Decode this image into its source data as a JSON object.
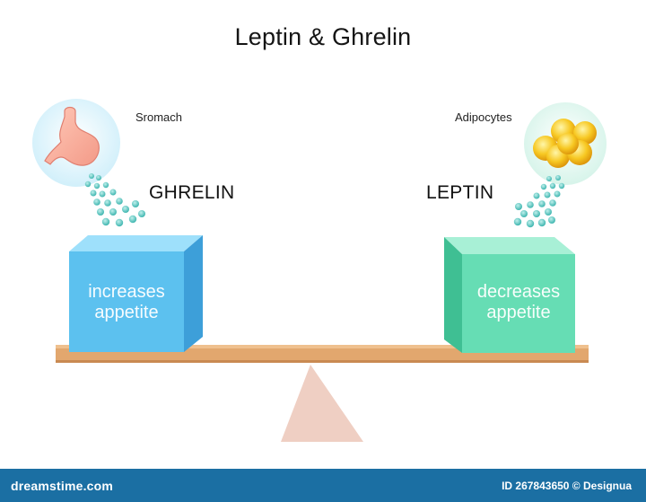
{
  "diagram": {
    "title": "Leptin & Ghrelin",
    "left": {
      "source_label": "Sromach",
      "hormone": "GHRELIN",
      "effect_line1": "increases",
      "effect_line2": "appetite",
      "icon": "stomach-icon",
      "box_color": "#5cc1ef"
    },
    "right": {
      "source_label": "Adipocytes",
      "hormone": "LEPTIN",
      "effect_line1": "decreases",
      "effect_line2": "appetite",
      "icon": "fat-cells-icon",
      "box_color": "#66ddb4"
    },
    "colors": {
      "beam": "#e2a76e",
      "fulcrum": "#efcfc3",
      "droplets": "#55c7c0"
    }
  },
  "footer": {
    "brand": "dreamstime.com",
    "image_id": "ID 267843650 © Designua"
  }
}
